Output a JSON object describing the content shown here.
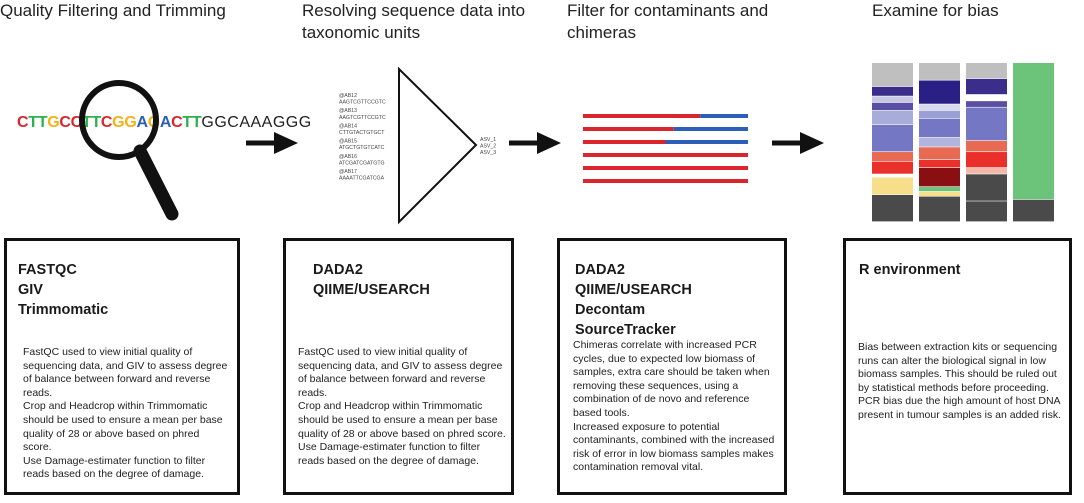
{
  "stages": [
    {
      "title": "Quality Filtering and Trimming",
      "tools": [
        "FASTQC",
        "GIV",
        "Trimmomatic"
      ],
      "description": [
        "FastQC used to view initial quality of sequencing data, and GIV to assess degree of balance between forward and reverse reads.",
        "Crop and Headcrop within Trimmomatic should be used to ensure a mean per base quality of 28 or above based on phred score.",
        "Use Damage-estimater function to filter reads based on the degree of damage."
      ]
    },
    {
      "title": "Resolving sequence data into taxonomic units",
      "tools": [
        "DADA2",
        "QIIME/USEARCH"
      ],
      "description": [
        "FastQC used to view initial quality of sequencing data, and GIV to assess degree of balance between forward and reverse reads.",
        "Crop and Headcrop within Trimmomatic should be used to ensure a mean per base quality of 28 or above based on phred score.",
        "Use Damage-estimater function to filter reads based on the degree of damage."
      ]
    },
    {
      "title": "Filter for contaminants and chimeras",
      "tools": [
        "DADA2",
        "QIIME/USEARCH",
        "Decontam",
        "SourceTracker"
      ],
      "description": [
        "Chimeras correlate with increased PCR cycles, due to expected low biomass of samples, extra care should be taken when removing these sequences, using a combination of de novo and reference based tools.",
        "Increased exposure to potential contaminants, combined with the increased risk of error in low biomass samples makes contamination removal vital."
      ]
    },
    {
      "title": "Examine for bias",
      "tools": [
        "R environment"
      ],
      "description": [
        "Bias between extraction kits or sequencing runs can alter the biological signal in low biomass samples. This should be ruled out by statistical methods before proceeding. PCR bias due the high amount of host DNA present in tumour samples is an added risk."
      ]
    }
  ],
  "dna_sequence": [
    {
      "t": "C",
      "c": "#d9262e"
    },
    {
      "t": "T",
      "c": "#2bb24c"
    },
    {
      "t": "T",
      "c": "#2bb24c"
    },
    {
      "t": "G",
      "c": "#f2b416"
    },
    {
      "t": "C",
      "c": "#d9262e"
    },
    {
      "t": "C",
      "c": "#d9262e"
    },
    {
      "t": "T",
      "c": "#2bb24c"
    },
    {
      "t": "T",
      "c": "#2bb24c"
    },
    {
      "t": "C",
      "c": "#d9262e"
    },
    {
      "t": "G",
      "c": "#f2b416"
    },
    {
      "t": "G",
      "c": "#f2b416"
    },
    {
      "t": "A",
      "c": "#2b5fb8"
    },
    {
      "t": "G",
      "c": "#f2b416"
    },
    {
      "t": "A",
      "c": "#2b5fb8"
    },
    {
      "t": "C",
      "c": "#d9262e"
    },
    {
      "t": "T",
      "c": "#2bb24c"
    },
    {
      "t": "T",
      "c": "#2bb24c"
    },
    {
      "t": "GGCAAAGGG",
      "c": "#222222"
    }
  ],
  "reads": [
    {
      "id": "@AB12",
      "seq": "AAGTCGTTCCGTC"
    },
    {
      "id": "@AB13",
      "seq": "AAGTCGTTCCGTC"
    },
    {
      "id": "@AB14",
      "seq": "CTTGTACTGTGCT"
    },
    {
      "id": "@AB15",
      "seq": "ATGCTGTGTCATC"
    },
    {
      "id": "@AB16",
      "seq": "ATCGATCGATGTG"
    },
    {
      "id": "@AB17",
      "seq": "AAAATTCGATCGA"
    }
  ],
  "asv_labels": [
    "ASV_1",
    "ASV_2",
    "ASV_3"
  ],
  "chimera_lines": [
    {
      "red_fraction": 0.0,
      "right_color": "#2b5fb8",
      "left_color": "#d9262e",
      "split": 0.71
    },
    {
      "red_fraction": 0.0,
      "right_color": "#2b5fb8",
      "left_color": "#d9262e",
      "split": 0.55
    },
    {
      "red_fraction": 0.0,
      "right_color": "#2b5fb8",
      "left_color": "#d9262e",
      "split": 0.5
    },
    {
      "red_fraction": 0.0,
      "right_color": "#d9262e",
      "left_color": "#d9262e",
      "split": 1.0
    },
    {
      "red_fraction": 0.0,
      "right_color": "#d9262e",
      "left_color": "#d9262e",
      "split": 1.0
    },
    {
      "red_fraction": 0.0,
      "right_color": "#d9262e",
      "left_color": "#d9262e",
      "split": 1.0
    }
  ],
  "bias_bars": [
    [
      {
        "frac": 0.15,
        "color": "#bfbfbf"
      },
      {
        "frac": 0.06,
        "color": "#3a2d8c"
      },
      {
        "frac": 0.04,
        "color": "#c8c8e6"
      },
      {
        "frac": 0.05,
        "color": "#5a4fa3"
      },
      {
        "frac": 0.09,
        "color": "#a8acd8"
      },
      {
        "frac": 0.17,
        "color": "#7478c4"
      },
      {
        "frac": 0.06,
        "color": "#e86a52"
      },
      {
        "frac": 0.08,
        "color": "#e9302a"
      },
      {
        "frac": 0.02,
        "color": "#ffffff"
      },
      {
        "frac": 0.11,
        "color": "#f7de8a"
      },
      {
        "frac": 0.17,
        "color": "#4a4a4a"
      }
    ],
    [
      {
        "frac": 0.11,
        "color": "#bfbfbf"
      },
      {
        "frac": 0.15,
        "color": "#2a1f85"
      },
      {
        "frac": 0.04,
        "color": "#d8d8ee"
      },
      {
        "frac": 0.05,
        "color": "#9a9fd4"
      },
      {
        "frac": 0.12,
        "color": "#7478c4"
      },
      {
        "frac": 0.06,
        "color": "#b0b4de"
      },
      {
        "frac": 0.08,
        "color": "#e86a52"
      },
      {
        "frac": 0.05,
        "color": "#e9302a"
      },
      {
        "frac": 0.12,
        "color": "#8a0f12"
      },
      {
        "frac": 0.03,
        "color": "#6cc37a"
      },
      {
        "frac": 0.03,
        "color": "#f7de8a"
      },
      {
        "frac": 0.16,
        "color": "#4a4a4a"
      }
    ],
    [
      {
        "frac": 0.1,
        "color": "#bfbfbf"
      },
      {
        "frac": 0.1,
        "color": "#3a2d8c"
      },
      {
        "frac": 0.04,
        "color": "#ffffff"
      },
      {
        "frac": 0.04,
        "color": "#5a4fa3"
      },
      {
        "frac": 0.21,
        "color": "#7478c4"
      },
      {
        "frac": 0.07,
        "color": "#e86a52"
      },
      {
        "frac": 0.1,
        "color": "#e9302a"
      },
      {
        "frac": 0.04,
        "color": "#f4b8a8"
      },
      {
        "frac": 0.17,
        "color": "#4a4a4a"
      },
      {
        "frac": 0.13,
        "color": "#4a4a4a"
      }
    ],
    [
      {
        "frac": 0.86,
        "color": "#6cc37a"
      },
      {
        "frac": 0.14,
        "color": "#4a4a4a"
      }
    ]
  ]
}
